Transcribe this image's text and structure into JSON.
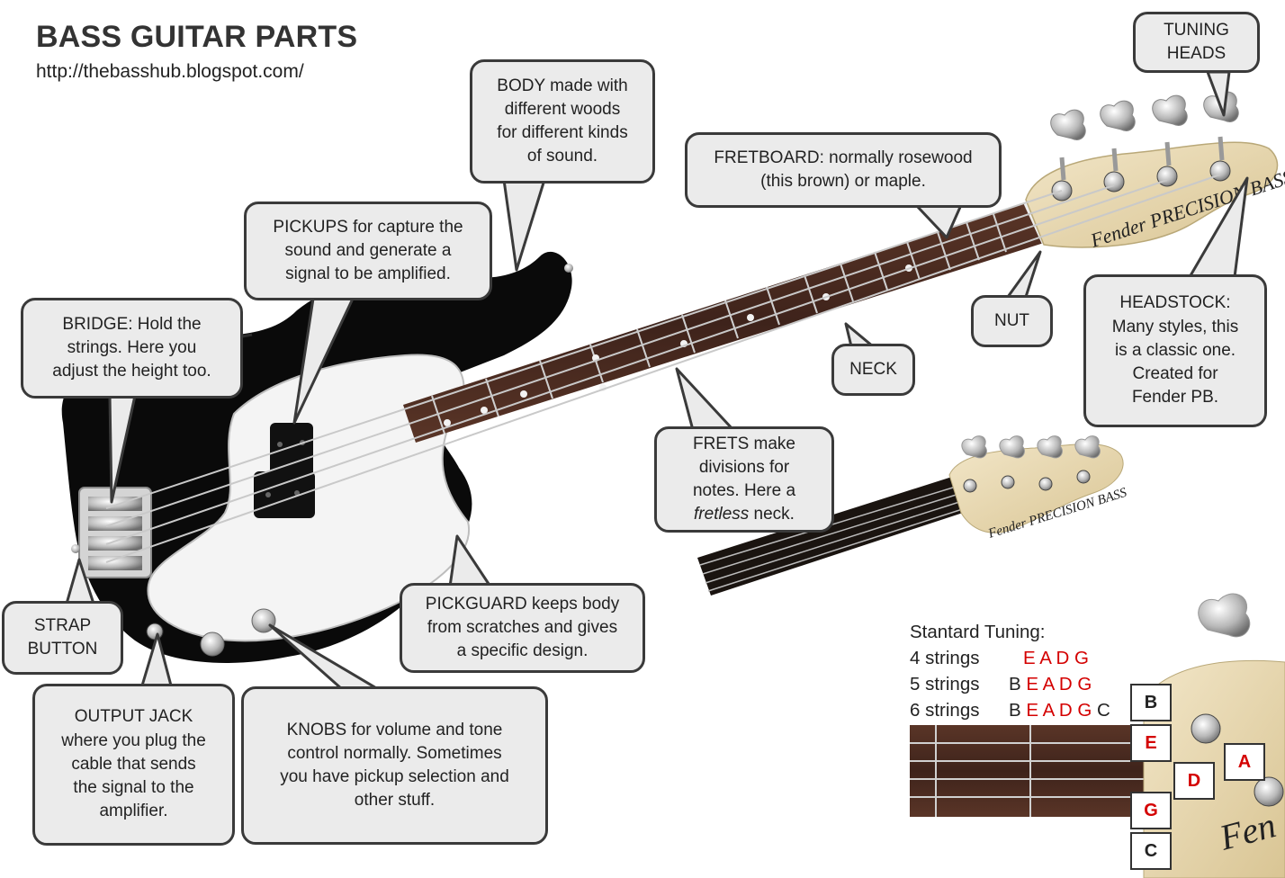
{
  "title": "BASS GUITAR PARTS",
  "subtitle": "http://thebasshub.blogspot.com/",
  "callouts": {
    "tuning_heads": [
      "TUNING",
      "HEADS"
    ],
    "body": [
      "BODY made with",
      "different woods",
      "for different kinds",
      "of sound."
    ],
    "fretboard": [
      "FRETBOARD: normally rosewood",
      "(this brown) or maple."
    ],
    "pickups": [
      "PICKUPS for capture the",
      "sound and generate a",
      "signal to be amplified."
    ],
    "bridge": [
      "BRIDGE: Hold the",
      "strings. Here you",
      "adjust the height too."
    ],
    "nut": "NUT",
    "neck": "NECK",
    "headstock": [
      "HEADSTOCK:",
      "Many styles, this",
      "is a classic one.",
      "Created for",
      "Fender PB."
    ],
    "frets": [
      "FRETS make",
      "divisions for",
      "notes.  Here a",
      "fretless",
      "neck."
    ],
    "strap_button": [
      "STRAP",
      "BUTTON"
    ],
    "pickguard": [
      "PICKGUARD keeps body",
      "from scratches and gives",
      "a specific design."
    ],
    "output_jack": [
      "OUTPUT JACK",
      "where you plug the",
      "cable that sends",
      "the signal to the",
      "amplifier."
    ],
    "knobs": [
      "KNOBS for volume and tone",
      "control normally. Sometimes",
      "you have pickup selection and",
      "other stuff."
    ]
  },
  "headstock_logo": "Fender PRECISION BASS",
  "tuning": {
    "heading": "Stantard Tuning:",
    "rows": [
      {
        "label": "4 strings",
        "pre": "",
        "red": "E A D G",
        "post": ""
      },
      {
        "label": "5 strings",
        "pre": "B ",
        "red": "E A D G",
        "post": ""
      },
      {
        "label": "6 strings",
        "pre": "B ",
        "red": "E A D G",
        "post": " C"
      }
    ]
  },
  "string_labels": [
    {
      "name": "B",
      "color": "#222222"
    },
    {
      "name": "E",
      "color": "#d40000"
    },
    {
      "name": "A",
      "color": "#d40000"
    },
    {
      "name": "D",
      "color": "#d40000"
    },
    {
      "name": "G",
      "color": "#d40000"
    },
    {
      "name": "C",
      "color": "#222222"
    }
  ],
  "colors": {
    "callout_fill": "#ebebeb",
    "callout_border": "#3a3a3a",
    "body_black": "#0a0a0a",
    "pickguard_white": "#f4f4f4",
    "rosewood": "#4a2b22",
    "maple_headstock": "#e8d9b4",
    "note_red": "#d40000"
  }
}
